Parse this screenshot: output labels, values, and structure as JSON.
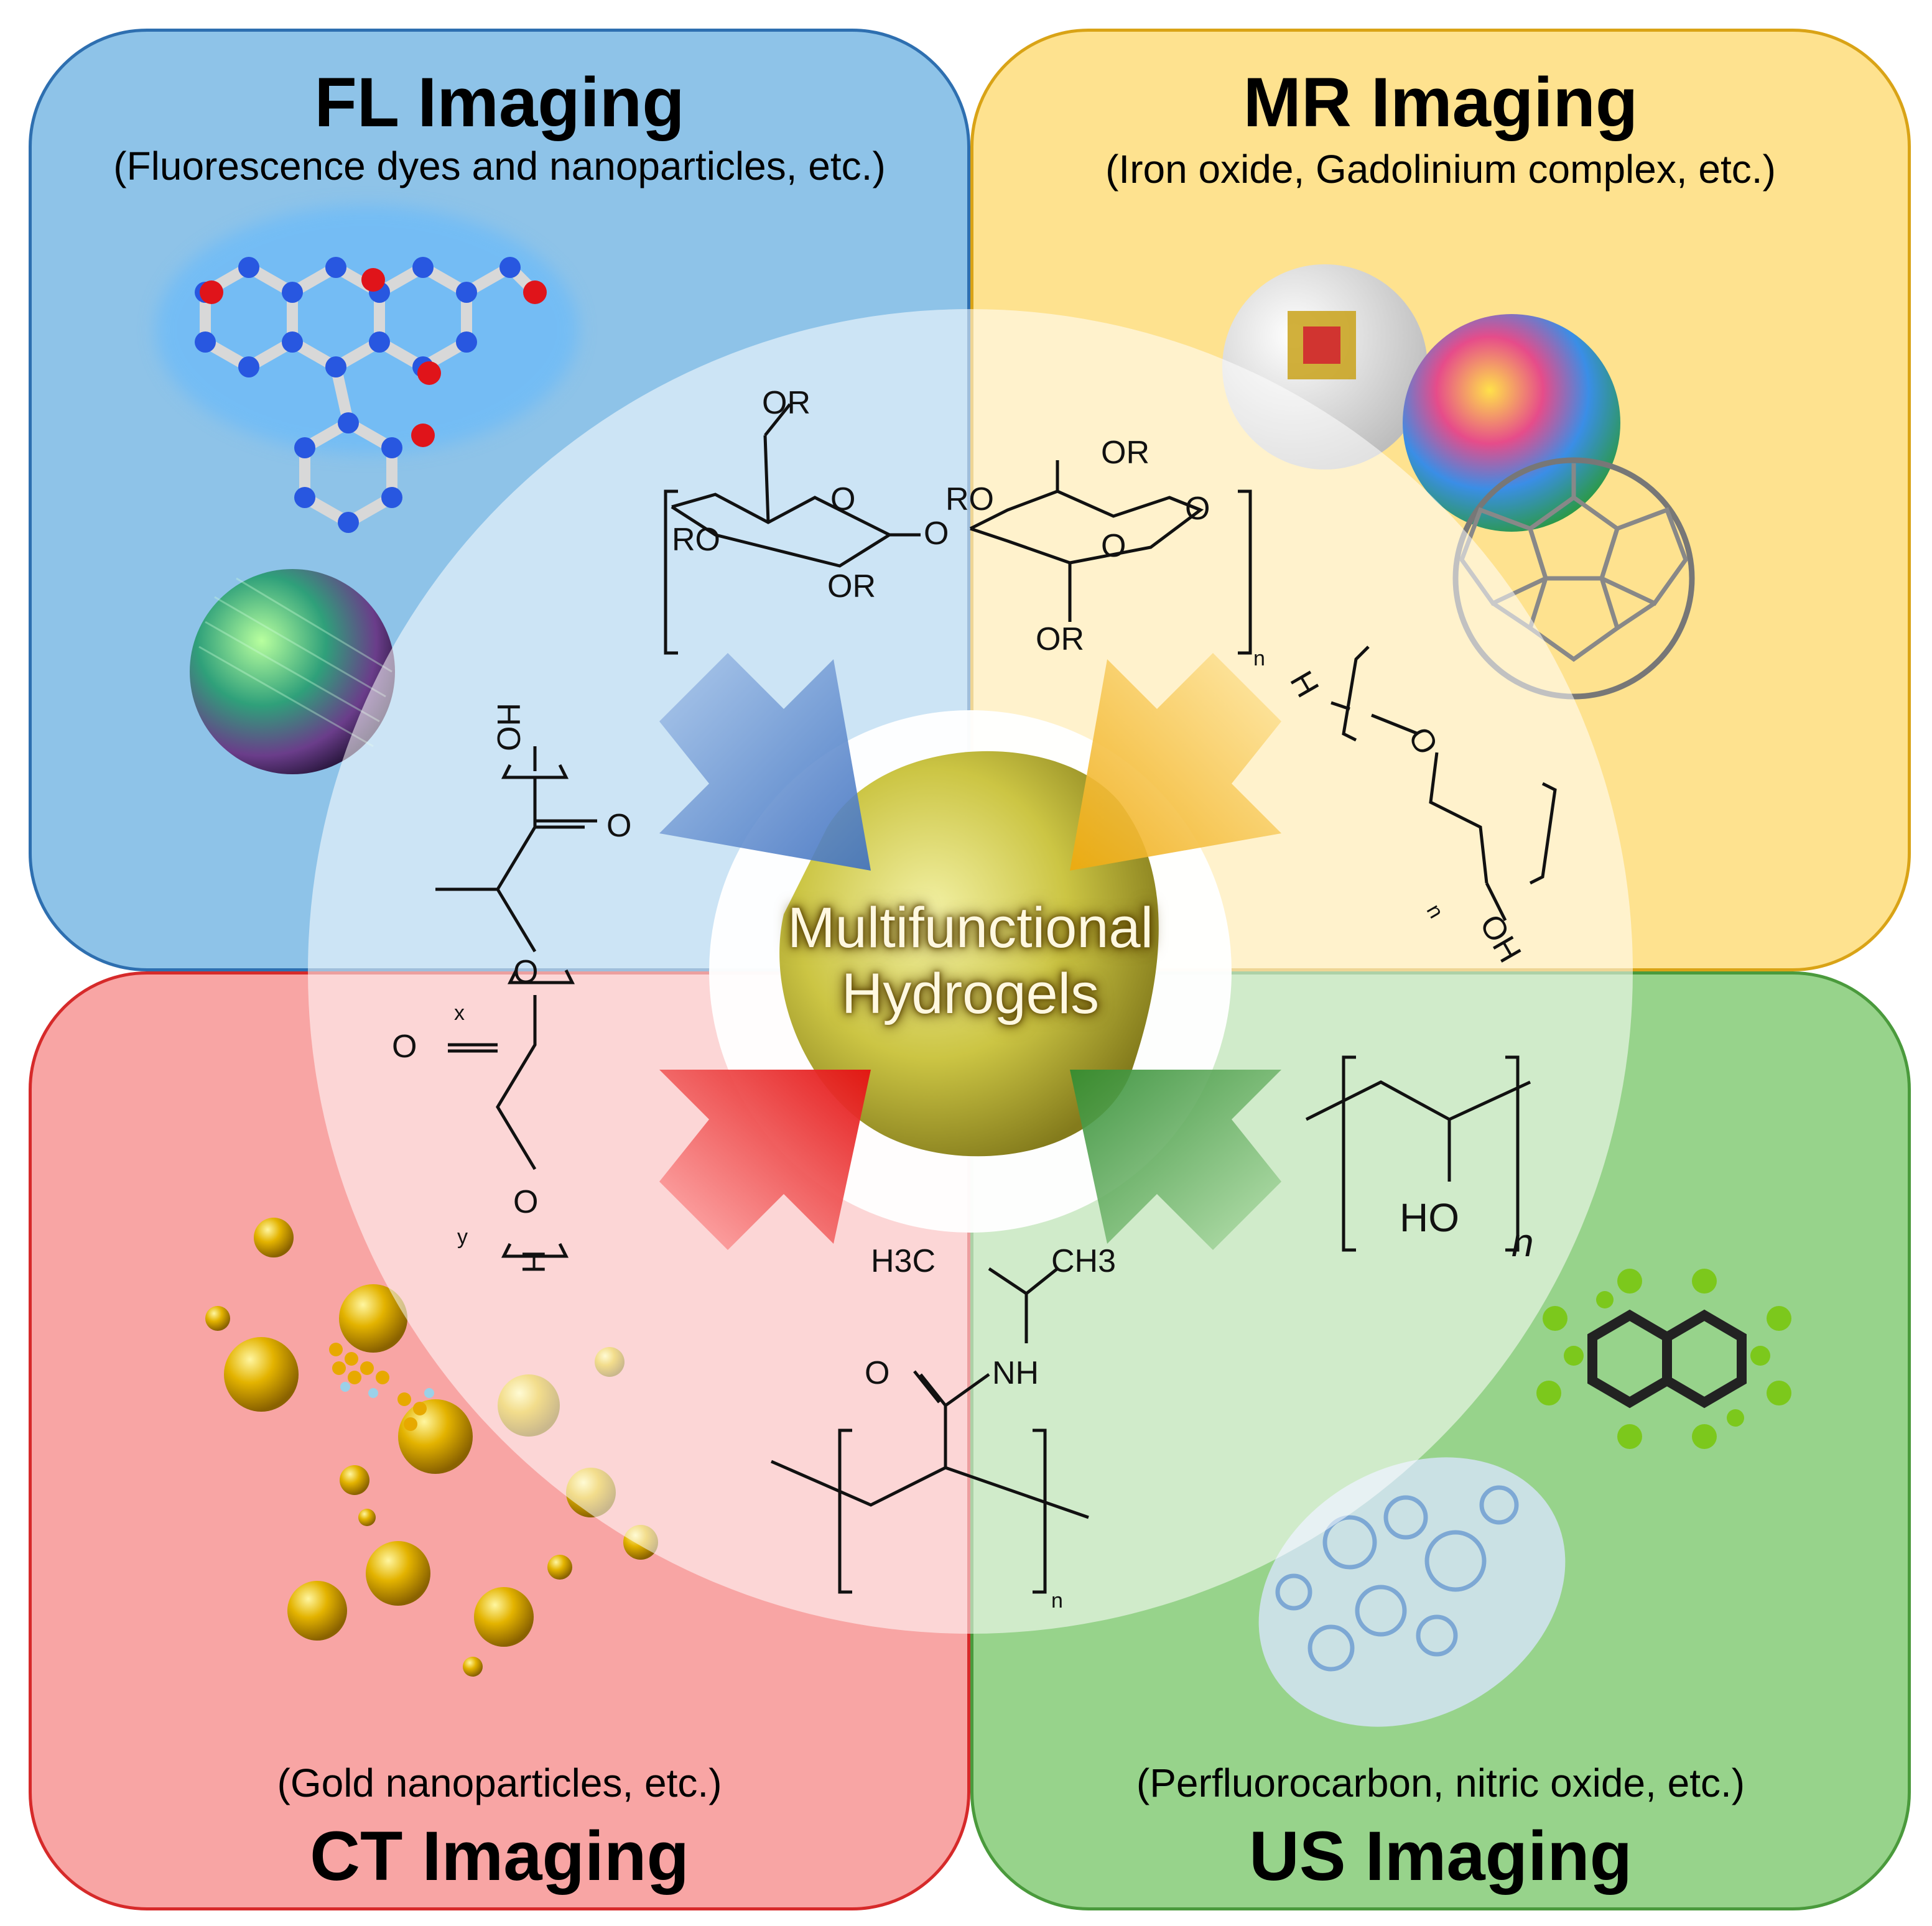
{
  "quadrants": {
    "fl": {
      "title": "FL Imaging",
      "subtitle": "(Fluorescence dyes and nanoparticles, etc.)",
      "color": "#8ec3e8"
    },
    "mr": {
      "title": "MR Imaging",
      "subtitle": "(Iron oxide, Gadolinium complex, etc.)",
      "color": "#fee28f"
    },
    "ct": {
      "title": "CT Imaging",
      "subtitle": "(Gold nanoparticles, etc.)",
      "color": "#f8a5a4"
    },
    "us": {
      "title": "US Imaging",
      "subtitle": "(Perfluorocarbon, nitric oxide, etc.)",
      "color": "#97d38b"
    }
  },
  "center": {
    "line1": "Multifunctional",
    "line2": "Hydrogels"
  },
  "polymers": {
    "cellulose": {
      "or": "OR",
      "ro": "RO",
      "o": "O",
      "n": "n"
    },
    "peg": {
      "h": "H",
      "o": "O",
      "oh": "OH",
      "n": "n"
    },
    "plga": {
      "ho": "HO",
      "o": "O",
      "x": "x",
      "y": "y",
      "h": "H"
    },
    "pva": {
      "ho": "HO",
      "n": "n"
    },
    "pnipam": {
      "h3c": "H3C",
      "ch3": "CH3",
      "o": "O",
      "nh": "NH",
      "n": "n"
    }
  },
  "arrows": {
    "fl": "#4f7fc4",
    "mr": "#f2b21a",
    "ct": "#e8181a",
    "us": "#3f9a3c"
  }
}
